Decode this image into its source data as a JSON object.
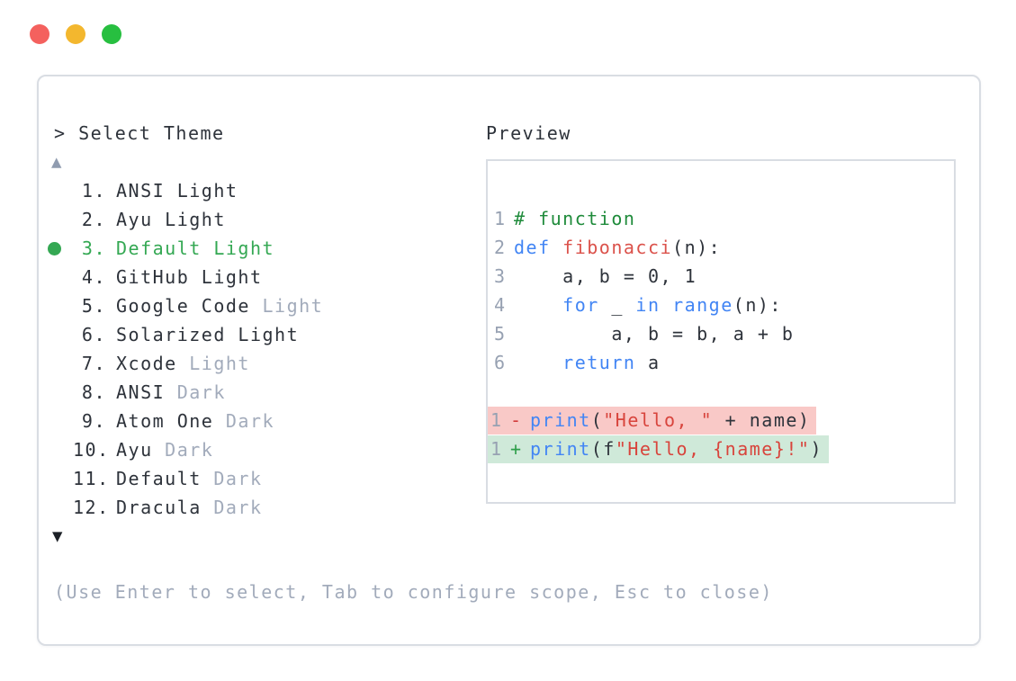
{
  "window": {
    "traffic_lights": [
      {
        "name": "close",
        "color": "#f4615e"
      },
      {
        "name": "minimize",
        "color": "#f3b72e"
      },
      {
        "name": "zoom",
        "color": "#27bf40"
      }
    ]
  },
  "selector": {
    "prompt": "> Select Theme",
    "scroll_up": "▲",
    "scroll_down": "▼",
    "help_text": "(Use Enter to select, Tab to configure scope, Esc to close)",
    "items": [
      {
        "num": "1.",
        "selected": false,
        "parts": [
          {
            "text": "ANSI Light",
            "muted": false
          }
        ]
      },
      {
        "num": "2.",
        "selected": false,
        "parts": [
          {
            "text": "Ayu Light",
            "muted": false
          }
        ]
      },
      {
        "num": "3.",
        "selected": true,
        "parts": [
          {
            "text": "Default Light",
            "muted": false
          }
        ]
      },
      {
        "num": "4.",
        "selected": false,
        "parts": [
          {
            "text": "GitHub Light",
            "muted": false
          }
        ]
      },
      {
        "num": "5.",
        "selected": false,
        "parts": [
          {
            "text": "Google Code ",
            "muted": false
          },
          {
            "text": "Light",
            "muted": true
          }
        ]
      },
      {
        "num": "6.",
        "selected": false,
        "parts": [
          {
            "text": "Solarized Light",
            "muted": false
          }
        ]
      },
      {
        "num": "7.",
        "selected": false,
        "parts": [
          {
            "text": "Xcode ",
            "muted": false
          },
          {
            "text": "Light",
            "muted": true
          }
        ]
      },
      {
        "num": "8.",
        "selected": false,
        "parts": [
          {
            "text": "ANSI ",
            "muted": false
          },
          {
            "text": "Dark",
            "muted": true
          }
        ]
      },
      {
        "num": "9.",
        "selected": false,
        "parts": [
          {
            "text": "Atom One ",
            "muted": false
          },
          {
            "text": "Dark",
            "muted": true
          }
        ]
      },
      {
        "num": "10.",
        "selected": false,
        "parts": [
          {
            "text": "Ayu ",
            "muted": false
          },
          {
            "text": "Dark",
            "muted": true
          }
        ]
      },
      {
        "num": "11.",
        "selected": false,
        "parts": [
          {
            "text": "Default ",
            "muted": false
          },
          {
            "text": "Dark",
            "muted": true
          }
        ]
      },
      {
        "num": "12.",
        "selected": false,
        "parts": [
          {
            "text": "Dracula ",
            "muted": false
          },
          {
            "text": "Dark",
            "muted": true
          }
        ]
      }
    ]
  },
  "preview": {
    "title": "Preview",
    "code_lines": [
      {
        "num": "1",
        "tokens": [
          {
            "text": "# function",
            "style": "comment"
          }
        ]
      },
      {
        "num": "2",
        "tokens": [
          {
            "text": "def",
            "style": "keyword"
          },
          {
            "text": " ",
            "style": "plain"
          },
          {
            "text": "fibonacci",
            "style": "name"
          },
          {
            "text": "(n):",
            "style": "plain"
          }
        ]
      },
      {
        "num": "3",
        "tokens": [
          {
            "text": "    a, b = 0, 1",
            "style": "plain"
          }
        ]
      },
      {
        "num": "4",
        "tokens": [
          {
            "text": "    ",
            "style": "plain"
          },
          {
            "text": "for",
            "style": "keyword"
          },
          {
            "text": " _ ",
            "style": "plain"
          },
          {
            "text": "in",
            "style": "keyword"
          },
          {
            "text": " ",
            "style": "plain"
          },
          {
            "text": "range",
            "style": "keyword"
          },
          {
            "text": "(n):",
            "style": "plain"
          }
        ]
      },
      {
        "num": "5",
        "tokens": [
          {
            "text": "        a, b = b, a + b",
            "style": "plain"
          }
        ]
      },
      {
        "num": "6",
        "tokens": [
          {
            "text": "    ",
            "style": "plain"
          },
          {
            "text": "return",
            "style": "keyword"
          },
          {
            "text": " a",
            "style": "plain"
          }
        ]
      }
    ],
    "diff_lines": [
      {
        "num": "1",
        "sign": "-",
        "kind": "removed",
        "tokens": [
          {
            "text": "print",
            "style": "keyword"
          },
          {
            "text": "(",
            "style": "plain"
          },
          {
            "text": "\"Hello, \"",
            "style": "string"
          },
          {
            "text": " + name)",
            "style": "plain"
          }
        ]
      },
      {
        "num": "1",
        "sign": "+",
        "kind": "added",
        "tokens": [
          {
            "text": "print",
            "style": "keyword"
          },
          {
            "text": "(f",
            "style": "plain"
          },
          {
            "text": "\"Hello, {name}!\"",
            "style": "string"
          },
          {
            "text": ")",
            "style": "plain"
          }
        ]
      }
    ]
  },
  "colors": {
    "text": "#2e333b",
    "muted": "#a2abbb",
    "line_number": "#97a1b2",
    "selected_green": "#34a853",
    "comment_green": "#1f8b3b",
    "keyword_blue": "#4285f4",
    "name_red": "#db524b",
    "string_red": "#d8443c",
    "removed_bg": "#f9c9c7",
    "added_bg": "#cfe9d9",
    "removed_sign": "#d23b3b",
    "added_sign": "#2e9e4a",
    "border": "#d9dde3"
  }
}
